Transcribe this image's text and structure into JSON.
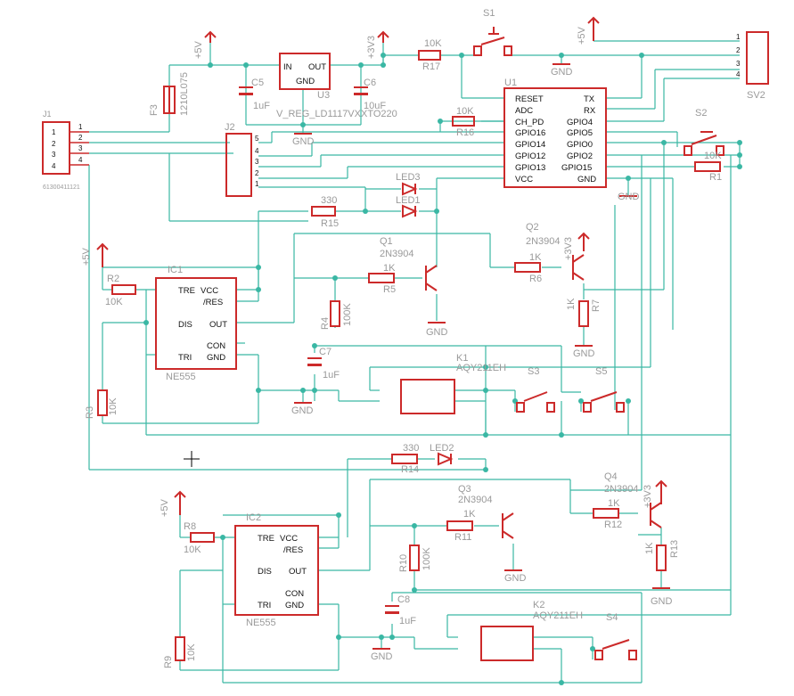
{
  "components": {
    "j1": {
      "name": "J1",
      "value": "61300411121",
      "pins": [
        "1",
        "2",
        "3",
        "4"
      ]
    },
    "f3": {
      "name": "F3",
      "value": "1210L075"
    },
    "u3": {
      "name": "U3",
      "value": "V_REG_LD1117VXXTO220",
      "in": "IN",
      "out": "OUT",
      "gnd": "GND"
    },
    "c5": {
      "name": "C5",
      "value": "1uF"
    },
    "c6": {
      "name": "C6",
      "value": "10uF"
    },
    "r17": {
      "name": "R17",
      "value": "10K"
    },
    "s1": {
      "name": "S1"
    },
    "sv2": {
      "name": "SV2",
      "pins": [
        "1",
        "2",
        "3",
        "4"
      ]
    },
    "u1": {
      "name": "U1",
      "left_pins": [
        "RESET",
        "ADC",
        "CH_PD",
        "GPIO16",
        "GPIO14",
        "GPIO12",
        "GPIO13",
        "VCC"
      ],
      "right_pins": [
        "TX",
        "RX",
        "GPIO4",
        "GPIO5",
        "GPIO0",
        "GPIO2",
        "GPIO15",
        "GND"
      ]
    },
    "r16": {
      "name": "R16",
      "value": "10K"
    },
    "s2": {
      "name": "S2"
    },
    "r1": {
      "name": "R1",
      "value": "10K"
    },
    "j2": {
      "name": "J2",
      "pins": [
        "5",
        "4",
        "3",
        "2",
        "1"
      ]
    },
    "led3": {
      "name": "LED3"
    },
    "led1": {
      "name": "LED1"
    },
    "r15": {
      "name": "R15",
      "value": "330"
    },
    "q1": {
      "name": "Q1",
      "value": "2N3904"
    },
    "q2": {
      "name": "Q2",
      "value": "2N3904"
    },
    "r5": {
      "name": "R5",
      "value": "1K"
    },
    "r6": {
      "name": "R6",
      "value": "1K"
    },
    "r7": {
      "name": "R7",
      "value": "1K"
    },
    "r4": {
      "name": "R4",
      "value": "100K"
    },
    "r2": {
      "name": "R2",
      "value": "10K"
    },
    "r3": {
      "name": "R3",
      "value": "10K"
    },
    "ic1": {
      "name": "IC1",
      "value": "NE555"
    },
    "ic2": {
      "name": "IC2",
      "value": "NE555"
    },
    "ic_pins": {
      "tre": "TRE",
      "vcc": "VCC",
      "res": "/RES",
      "dis": "DIS",
      "out": "OUT",
      "con": "CON",
      "tri": "TRI",
      "gnd": "GND"
    },
    "c7": {
      "name": "C7",
      "value": "1uF"
    },
    "k1": {
      "name": "K1",
      "value": "AQY211EH"
    },
    "k2": {
      "name": "K2",
      "value": "AQY211EH"
    },
    "s3": {
      "name": "S3"
    },
    "s5": {
      "name": "S5"
    },
    "s4": {
      "name": "S4"
    },
    "r14": {
      "name": "R14",
      "value": "330"
    },
    "led2": {
      "name": "LED2"
    },
    "q3": {
      "name": "Q3",
      "value": "2N3904"
    },
    "q4": {
      "name": "Q4",
      "value": "2N3904"
    },
    "r11": {
      "name": "R11",
      "value": "1K"
    },
    "r12": {
      "name": "R12",
      "value": "1K"
    },
    "r13": {
      "name": "R13",
      "value": "1K"
    },
    "r10": {
      "name": "R10",
      "value": "100K"
    },
    "r8": {
      "name": "R8",
      "value": "10K"
    },
    "r9": {
      "name": "R9",
      "value": "10K"
    },
    "c8": {
      "name": "C8",
      "value": "1uF"
    }
  },
  "nets": {
    "p5v": "+5V",
    "p3v3": "+3V3",
    "gnd": "GND"
  }
}
